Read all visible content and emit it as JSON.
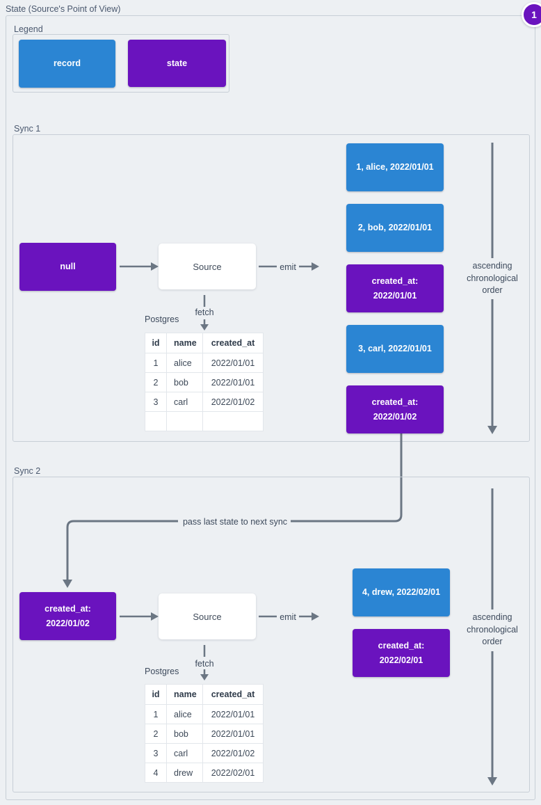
{
  "page": {
    "title": "State (Source's Point of View)",
    "badge": "1"
  },
  "colors": {
    "record": "#2b85d3",
    "state": "#6a13be",
    "arrow": "#6b7683",
    "background": "#edf0f3"
  },
  "legend": {
    "label": "Legend",
    "items": [
      {
        "type": "record",
        "label": "record"
      },
      {
        "type": "state",
        "label": "state"
      }
    ]
  },
  "sync1": {
    "label": "Sync 1",
    "input_state": "null",
    "source": "Source",
    "emit_label": "emit",
    "fetch_label": "fetch",
    "db_label": "Postgres",
    "table": {
      "headers": [
        "id",
        "name",
        "created_at"
      ],
      "rows": [
        [
          "1",
          "alice",
          "2022/01/01"
        ],
        [
          "2",
          "bob",
          "2022/01/01"
        ],
        [
          "3",
          "carl",
          "2022/01/02"
        ],
        [
          "",
          "",
          ""
        ]
      ]
    },
    "emitted": [
      {
        "type": "record",
        "text": "1, alice, 2022/01/01"
      },
      {
        "type": "record",
        "text": "2, bob, 2022/01/01"
      },
      {
        "type": "state",
        "text": "created_at: 2022/01/01"
      },
      {
        "type": "record",
        "text": "3, carl, 2022/01/01"
      },
      {
        "type": "state",
        "text": "created_at: 2022/01/02"
      }
    ],
    "order_note": "ascending chronological order"
  },
  "pass_note": "pass last state to next sync",
  "sync2": {
    "label": "Sync 2",
    "input_state": "created_at: 2022/01/02",
    "source": "Source",
    "emit_label": "emit",
    "fetch_label": "fetch",
    "db_label": "Postgres",
    "table": {
      "headers": [
        "id",
        "name",
        "created_at"
      ],
      "rows": [
        [
          "1",
          "alice",
          "2022/01/01"
        ],
        [
          "2",
          "bob",
          "2022/01/01"
        ],
        [
          "3",
          "carl",
          "2022/01/02"
        ],
        [
          "4",
          "drew",
          "2022/02/01"
        ]
      ]
    },
    "emitted": [
      {
        "type": "record",
        "text": "4, drew, 2022/02/01"
      },
      {
        "type": "state",
        "text": "created_at: 2022/02/01"
      }
    ],
    "order_note": "ascending chronological order"
  }
}
